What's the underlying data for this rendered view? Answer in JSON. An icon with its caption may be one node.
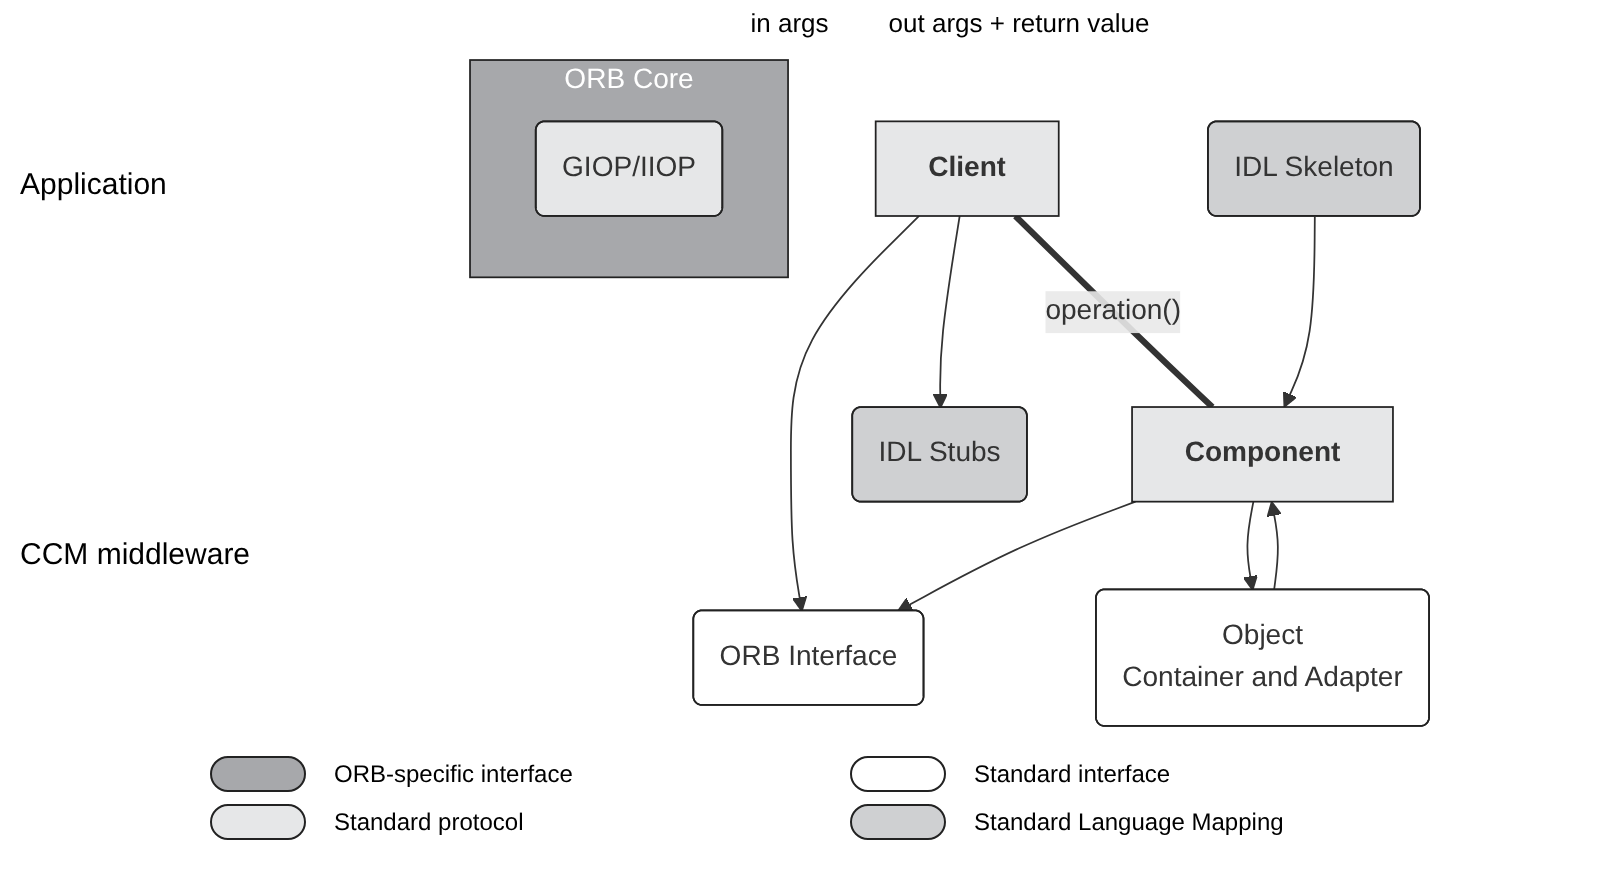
{
  "diagram": {
    "nodes": [
      {
        "text": [
          "Client"
        ]
      },
      {
        "text": [
          "Component"
        ]
      },
      {
        "text": [
          "IDL Stubs"
        ]
      },
      {
        "text": [
          "ORB Interface"
        ]
      },
      {
        "text": [
          "IDL Skeleton"
        ]
      },
      {
        "text": [
          "Object",
          "Container and Adapter"
        ]
      },
      {
        "text": [
          "ORB Core"
        ]
      },
      {
        "text": [
          "GIOP/IIOP"
        ],
        "in": 6
      }
    ],
    "edges": [
      {
        "from": 0,
        "to": 1,
        "arrow": "none",
        "label": "operation()",
        "style": "thick"
      },
      {
        "from": 0,
        "to": 2,
        "arrow": "to"
      },
      {
        "from": 0,
        "to": 3,
        "arrow": "to"
      },
      {
        "from": 1,
        "to": 3,
        "arrow": "to"
      },
      {
        "from": 4,
        "to": 1,
        "arrow": "to"
      },
      {
        "from": 1,
        "to": 5,
        "arrow": "to"
      },
      {
        "from": 5,
        "to": 1,
        "arrow": "to"
      }
    ],
    "labels": [
      "in args",
      "Application",
      "out args + return value",
      "CCM middleware"
    ],
    "legend": [
      {
        "text": "ORB-specific interface",
        "color": "#a7a8ab"
      },
      {
        "text": "Standard interface",
        "color": "#ffffff"
      },
      {
        "text": "Standard protocol",
        "color": "#e6e7e8"
      },
      {
        "text": "Standard Language Mapping",
        "color": "#cfd0d2"
      }
    ]
  }
}
